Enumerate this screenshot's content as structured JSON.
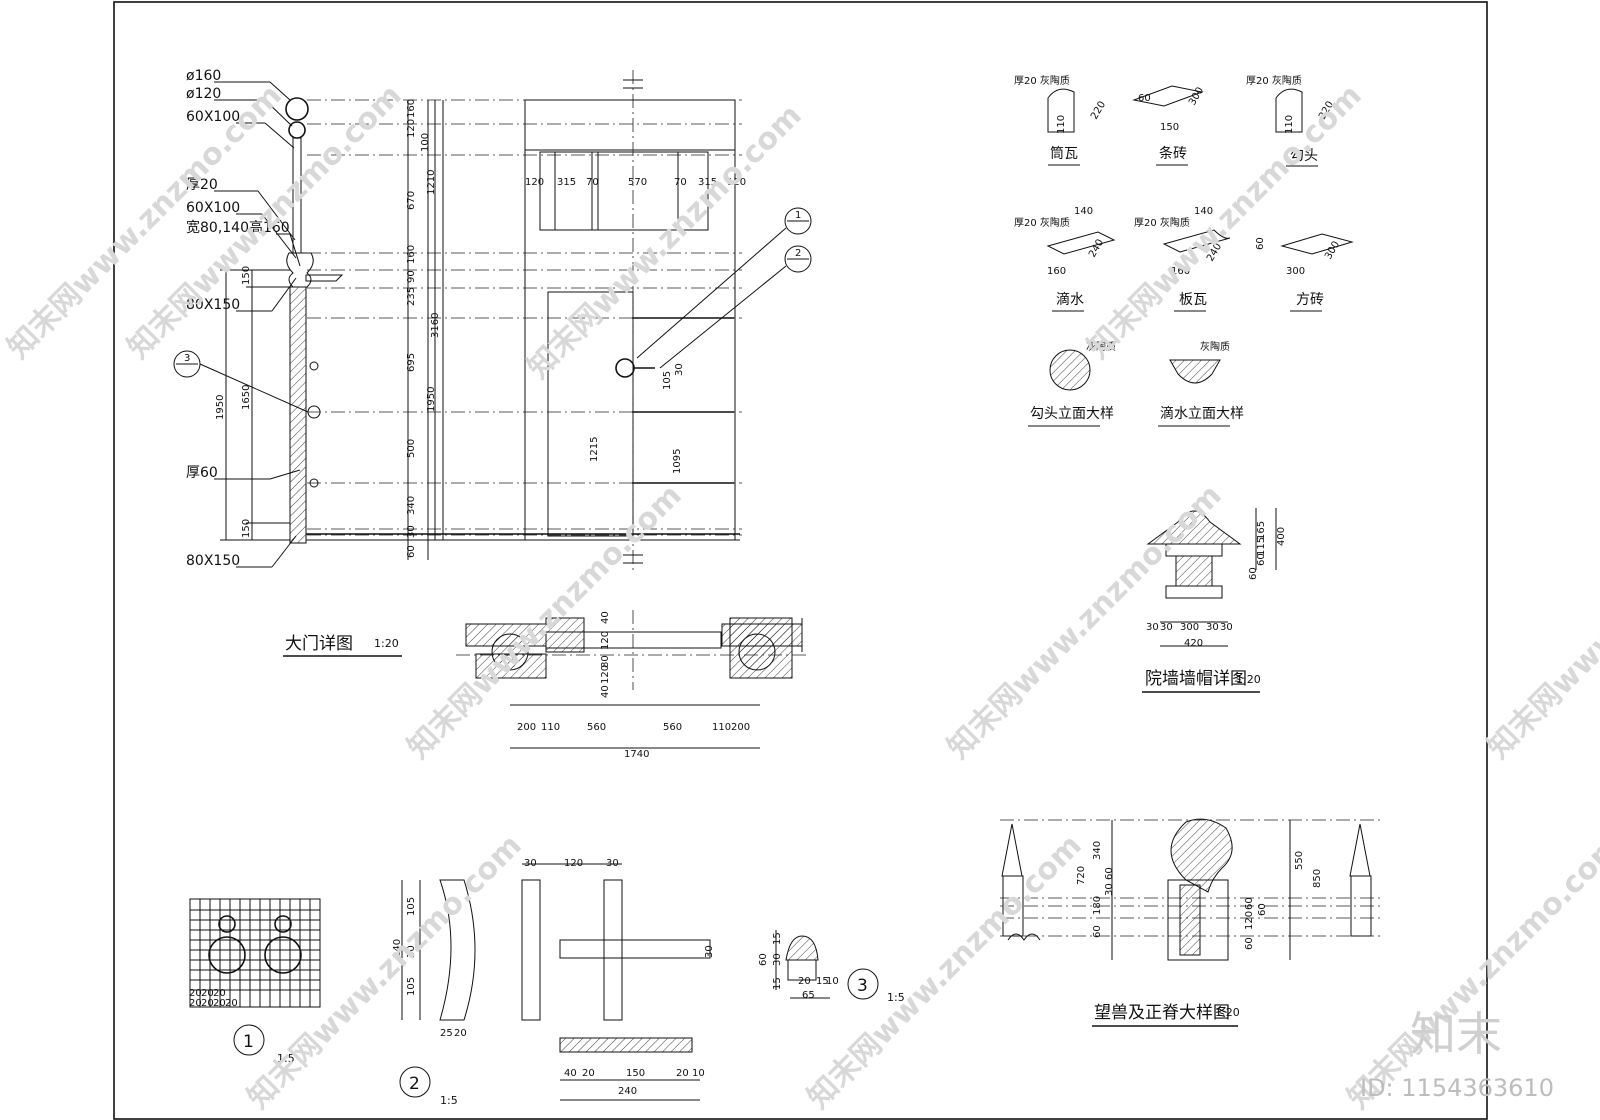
{
  "gate": {
    "title": "大门详图",
    "scale": "1:20",
    "left_labels": [
      "ø160",
      "ø120",
      "60X100",
      "厚20",
      "60X100",
      "宽80,140高160",
      "80X150",
      "厚60",
      "80X150"
    ],
    "left_dims": [
      "150",
      "1950",
      "1650",
      "150"
    ],
    "vert_dims": [
      "160",
      "120",
      "100",
      "670",
      "1210",
      "160",
      "90",
      "235",
      "3160",
      "695",
      "1950",
      "500",
      "340",
      "30",
      "60"
    ],
    "top_dims": [
      "120",
      "315",
      "70",
      "570",
      "70",
      "315",
      "120"
    ],
    "inner_dims": [
      "1215",
      "1095",
      "105",
      "30"
    ],
    "callout_3": "3",
    "callout_1": "1",
    "callout_2": "2",
    "plan_dims": [
      "200",
      "110",
      "560",
      "560",
      "110",
      "200"
    ],
    "plan_total": "1740",
    "plan_vdims": [
      "40",
      "120",
      "80",
      "120",
      "40"
    ]
  },
  "tiles": [
    {
      "name": "筒瓦",
      "note": "厚20 灰陶质",
      "dims": [
        "110",
        "220"
      ]
    },
    {
      "name": "条砖",
      "note": "",
      "dims": [
        "60",
        "150",
        "300"
      ]
    },
    {
      "name": "勾头",
      "note": "厚20 灰陶质",
      "dims": [
        "110",
        "220"
      ]
    },
    {
      "name": "滴水",
      "note": "厚20 灰陶质",
      "dims": [
        "140",
        "160",
        "240"
      ]
    },
    {
      "name": "板瓦",
      "note": "厚20 灰陶质",
      "dims": [
        "140",
        "160",
        "240"
      ]
    },
    {
      "name": "方砖",
      "note": "",
      "dims": [
        "60",
        "300",
        "300"
      ]
    }
  ],
  "elev_details": [
    {
      "name": "勾头立面大样",
      "note": "灰陶质"
    },
    {
      "name": "滴水立面大样",
      "note": "灰陶质"
    }
  ],
  "wallcap": {
    "title": "院墙墙帽详图",
    "scale": "1:20",
    "vdims": [
      "165",
      "115",
      "60",
      "400",
      "60"
    ],
    "hdims": [
      "30",
      "30",
      "300",
      "30",
      "30"
    ],
    "total": "420"
  },
  "beast": {
    "title": "望兽及正脊大样图",
    "scale": "1:20",
    "dims_left": [
      "340",
      "720",
      "60",
      "180",
      "30",
      "60"
    ],
    "dims_right": [
      "550",
      "850",
      "60",
      "120",
      "60",
      "60"
    ]
  },
  "d1": {
    "num": "1",
    "scale": "1:5",
    "dims": [
      "20",
      "20",
      "20",
      "20",
      "20",
      "20",
      "20"
    ]
  },
  "d2": {
    "num": "2",
    "scale": "1:5",
    "vdims": [
      "105",
      "30",
      "105",
      "240"
    ],
    "hdims": [
      "30",
      "120",
      "30"
    ],
    "bdims": [
      "25",
      "20"
    ],
    "side": "30",
    "bottom": [
      "40",
      "20",
      "150",
      "20",
      "10"
    ],
    "total": "240"
  },
  "d3": {
    "num": "3",
    "scale": "1:5",
    "dims": [
      "15",
      "30",
      "60",
      "15",
      "20",
      "15",
      "10",
      "65"
    ]
  },
  "watermark": {
    "text": "知末网www.znzmo.com",
    "brand": "知末",
    "id": "ID: 1154363610"
  }
}
